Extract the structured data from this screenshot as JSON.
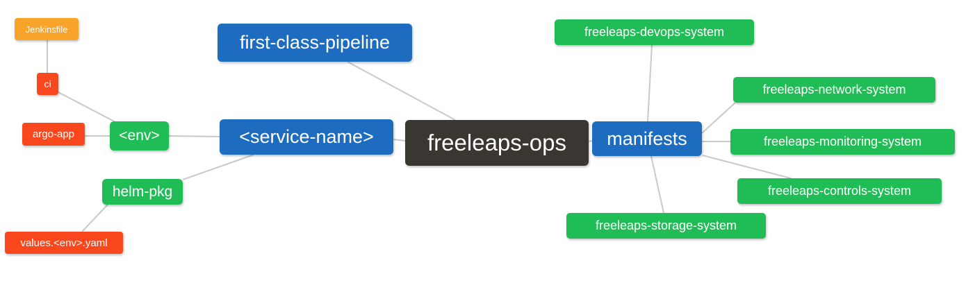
{
  "diagram": {
    "title": "freeleaps-ops mind map",
    "background": "#ffffff",
    "edge_color": "#c9c9c9"
  },
  "colors": {
    "blue": "#1e6cc0",
    "green": "#20bd56",
    "orange": "#f8a32a",
    "red": "#f9481d",
    "dark": "#3a3733",
    "text": "#ffffff"
  },
  "nodes": [
    {
      "id": "jenkinsfile",
      "label": "Jenkinsfile",
      "color": "orange"
    },
    {
      "id": "ci",
      "label": "ci",
      "color": "red"
    },
    {
      "id": "argo-app",
      "label": "argo-app",
      "color": "red"
    },
    {
      "id": "env",
      "label": "<env>",
      "color": "green"
    },
    {
      "id": "helm-pkg",
      "label": "helm-pkg",
      "color": "green"
    },
    {
      "id": "values-env-yaml",
      "label": "values.<env>.yaml",
      "color": "red"
    },
    {
      "id": "first-class-pipeline",
      "label": "first-class-pipeline",
      "color": "blue"
    },
    {
      "id": "service-name",
      "label": "<service-name>",
      "color": "blue"
    },
    {
      "id": "freeleaps-ops",
      "label": "freeleaps-ops",
      "color": "dark"
    },
    {
      "id": "manifests",
      "label": "manifests",
      "color": "blue"
    },
    {
      "id": "freeleaps-devops-system",
      "label": "freeleaps-devops-system",
      "color": "green"
    },
    {
      "id": "freeleaps-network-system",
      "label": "freeleaps-network-system",
      "color": "green"
    },
    {
      "id": "freeleaps-monitoring-system",
      "label": "freeleaps-monitoring-system",
      "color": "green"
    },
    {
      "id": "freeleaps-controls-system",
      "label": "freeleaps-controls-system",
      "color": "green"
    },
    {
      "id": "freeleaps-storage-system",
      "label": "freeleaps-storage-system",
      "color": "green"
    }
  ],
  "edges": [
    {
      "from": "jenkinsfile",
      "to": "ci"
    },
    {
      "from": "ci",
      "to": "env"
    },
    {
      "from": "argo-app",
      "to": "env"
    },
    {
      "from": "env",
      "to": "service-name"
    },
    {
      "from": "service-name",
      "to": "helm-pkg"
    },
    {
      "from": "helm-pkg",
      "to": "values-env-yaml"
    },
    {
      "from": "first-class-pipeline",
      "to": "freeleaps-ops"
    },
    {
      "from": "service-name",
      "to": "freeleaps-ops"
    },
    {
      "from": "freeleaps-ops",
      "to": "manifests"
    },
    {
      "from": "manifests",
      "to": "freeleaps-devops-system"
    },
    {
      "from": "manifests",
      "to": "freeleaps-network-system"
    },
    {
      "from": "manifests",
      "to": "freeleaps-monitoring-system"
    },
    {
      "from": "manifests",
      "to": "freeleaps-controls-system"
    },
    {
      "from": "manifests",
      "to": "freeleaps-storage-system"
    }
  ]
}
